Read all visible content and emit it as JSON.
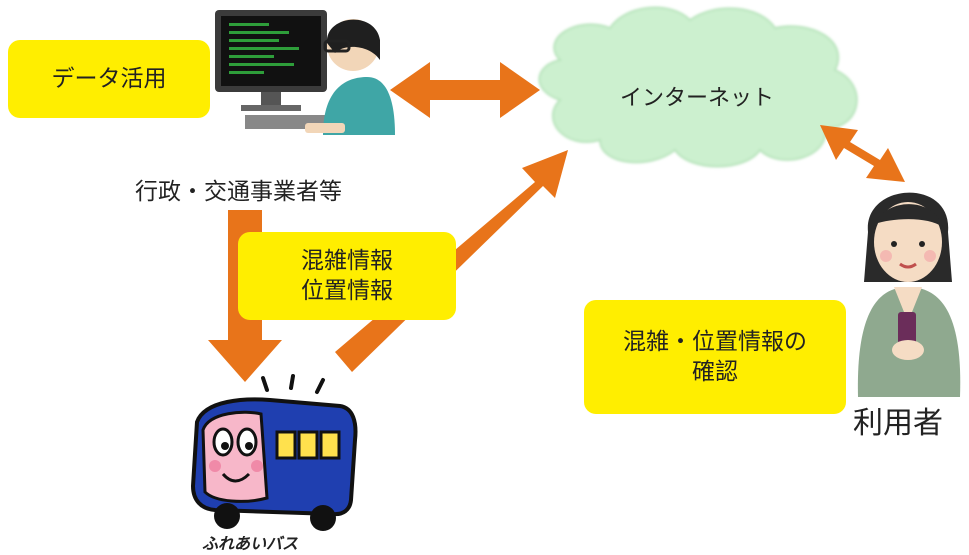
{
  "labels": {
    "data_use": "データ活用",
    "admin": "行政・交通事業者等",
    "internet": "インターネット",
    "info_line1": "混雑情報",
    "info_line2": "位置情報",
    "confirm_line1": "混雑・位置情報の",
    "confirm_line2": "確認",
    "user": "利用者",
    "bus_logo": "ふれあいバス"
  },
  "colors": {
    "accent_yellow": "#ffee00",
    "arrow_orange": "#e8741a",
    "cloud_green": "#ccf0cf",
    "bus_blue": "#1f3fb0",
    "bus_face_pink": "#f7b7c9"
  },
  "icons": [
    "computer-operator-icon",
    "cloud-icon",
    "woman-with-phone-icon",
    "fureai-bus-icon"
  ]
}
